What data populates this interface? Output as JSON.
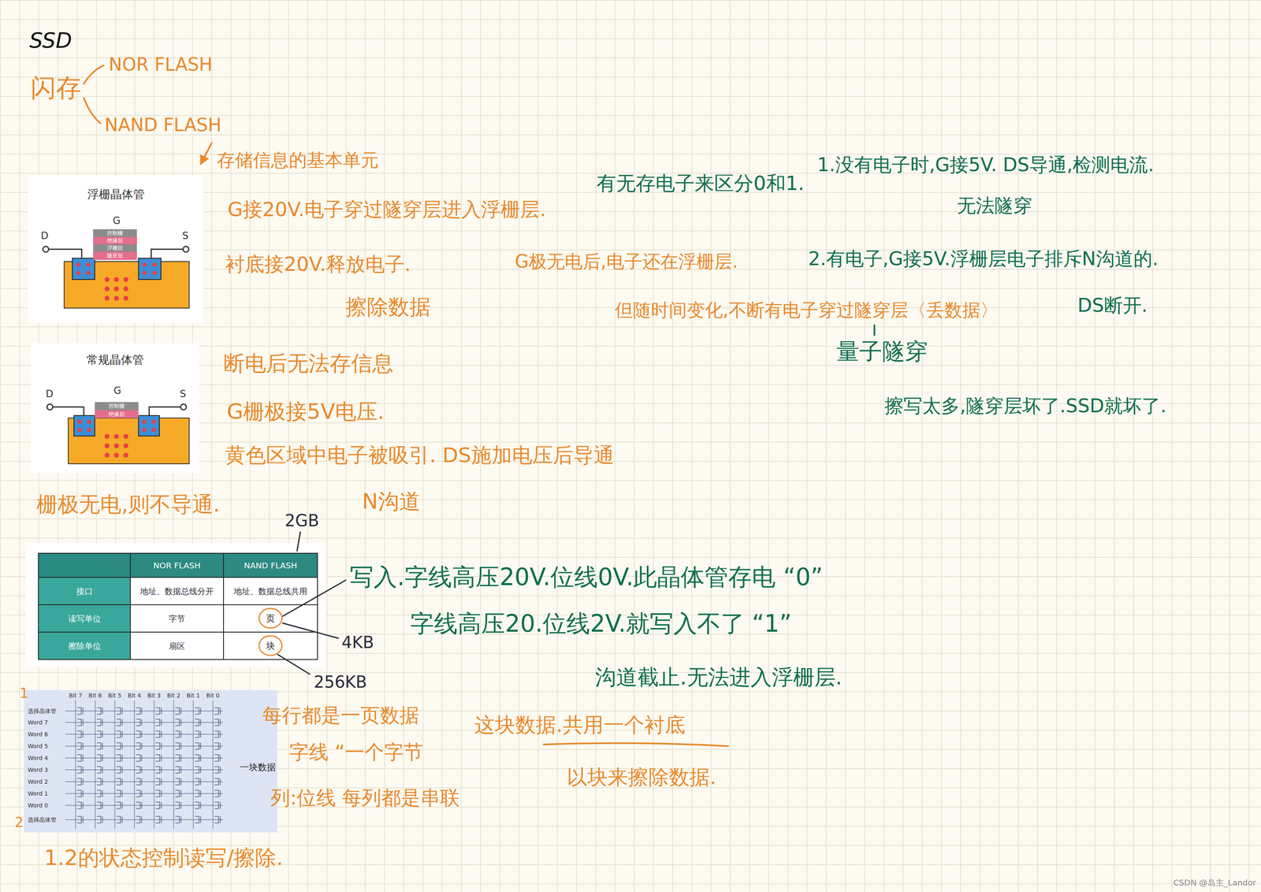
{
  "diagram": {
    "title": "SSD",
    "nodes": [
      {
        "text": [
          "浮栅晶体管"
        ]
      },
      {
        "text": [
          "控制栅"
        ],
        "in": 0
      },
      {
        "text": [
          "绝缘层"
        ],
        "in": 0
      },
      {
        "text": [
          "浮栅层"
        ],
        "in": 0
      },
      {
        "text": [
          "隧穿层"
        ],
        "in": 0
      },
      {
        "text": [
          "常规晶体管"
        ]
      },
      {
        "text": [
          "控制栅"
        ],
        "in": 5
      },
      {
        "text": [
          "绝缘层"
        ],
        "in": 5
      },
      {
        "text": [
          "一块数据"
        ]
      }
    ],
    "labels": [
      "闪存",
      "NOR FLASH",
      "NAND FLASH",
      "存储信息的基本单元",
      "G",
      "D",
      "S",
      "G",
      "D",
      "S",
      "G接20V.电子穿过隧穿层进入浮栅层.",
      "衬底接20V.释放电子.",
      "擦除数据",
      "断电后无法存信息",
      "G栅极接5V电压.",
      "黄色区域中电子被吸引. DS施加电压后导通",
      "N沟道",
      "栅极无电,则不导通.",
      "有无存电子来区分0和1.",
      "G极无电后,电子还在浮栅层.",
      "但随时间变化,不断有电子穿过隧穿层〈丢数据〉",
      "量子隧穿",
      "1.没有电子时,G接5V. DS导通,检测电流.",
      "无法隧穿",
      "2.有电子,G接5V.浮栅层电子排斥N沟道的.",
      "DS断开.",
      "擦写太多,隧穿层坏了.SSD就坏了.",
      "NOR FLASH",
      "NAND FLASH",
      "接口",
      "地址、数据总线分开",
      "地址、数据总线共用",
      "读写单位",
      "字节",
      "页",
      "擦除单位",
      "扇区",
      "块",
      "2GB",
      "4KB",
      "256KB",
      "写入.字线高压20V.位线0V.此晶体管存电 “0”",
      "字线高压20.位线2V.就写入不了 “1”",
      "沟道截止.无法进入浮栅层.",
      "Bit 7",
      "Bit 6",
      "Bit 5",
      "Bit 4",
      "Bit 3",
      "Bit 2",
      "Bit 1",
      "Bit 0",
      "选择晶体管",
      "Word 7",
      "Word 6",
      "Word 5",
      "Word 4",
      "Word 3",
      "Word 2",
      "Word 1",
      "Word 0",
      "选择晶体管",
      "1",
      "2",
      "每行都是一页数据",
      "字线 “一个字节",
      "列:位线 每列都是串联",
      "这块数据.共用一个衬底",
      "以块来擦除数据.",
      "1.2的状态控制读写/擦除.",
      "CSDN @岛主_Landor"
    ]
  }
}
